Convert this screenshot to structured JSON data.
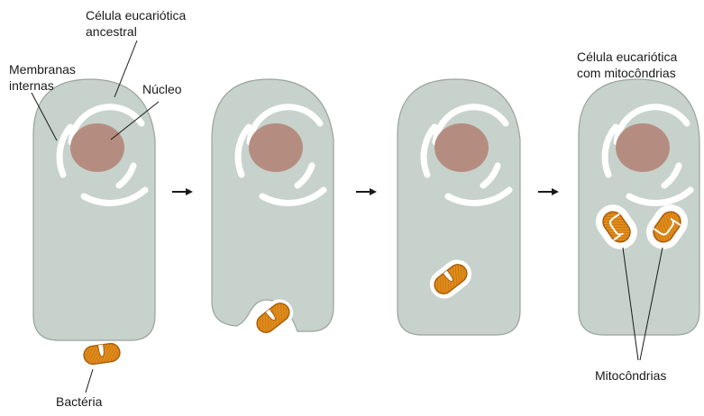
{
  "labels": {
    "ancestral_line1": "Célula eucariótica",
    "ancestral_line2": "ancestral",
    "membranes_line1": "Membranas",
    "membranes_line2": "internas",
    "nucleus": "Núcleo",
    "final_line1": "Célula eucariótica",
    "final_line2": "com mitocôndrias",
    "mitochondria": "Mitocôndrias",
    "bacterium": "Bactéria"
  },
  "colors": {
    "cytoplasm": "#c7d2cc",
    "cell_outline": "#99a39d",
    "nucleus": "#b58d80",
    "membrane": "#ffffff",
    "bacterium_fill": "#e08b1a",
    "bacterium_stroke": "#a85b07",
    "arrow": "#1a1a1a",
    "leader_line": "#1a1a1a"
  },
  "icons": {
    "step_arrow": "arrow-right-icon",
    "bacterium": "bacterium-icon"
  }
}
